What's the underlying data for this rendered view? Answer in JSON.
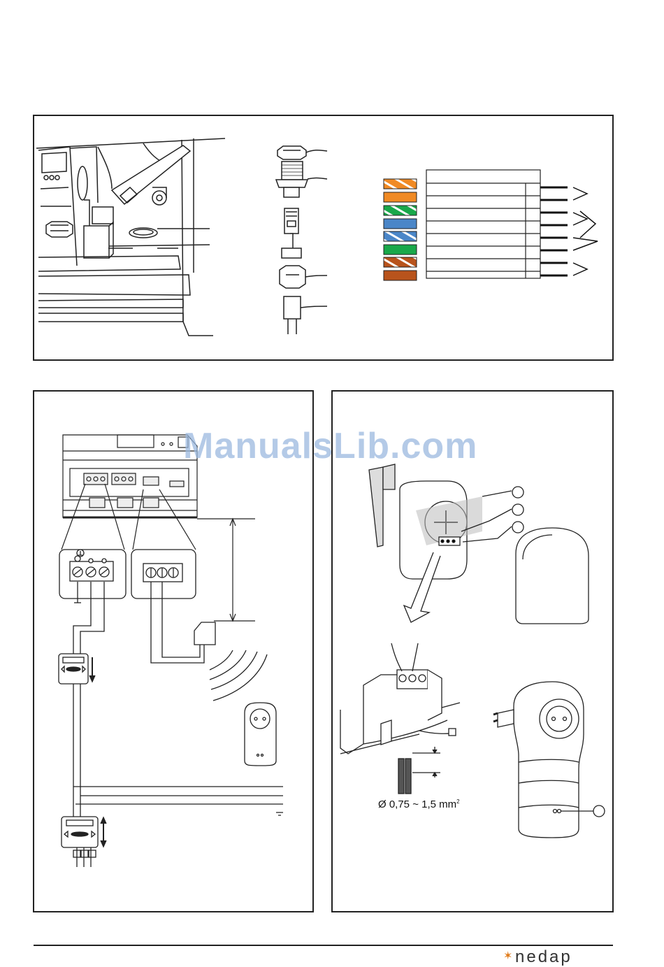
{
  "watermark": "ManualsLib.com",
  "wire_spec": {
    "prefix": "Ø 0,75 ~ 1,5 mm",
    "unit_sup": "2"
  },
  "brand": {
    "name": "nedap",
    "star_icon": "star-icon"
  },
  "colors": {
    "frame": "#222222",
    "orange": "#f08a24",
    "green": "#19a84a",
    "blue": "#4a86c8",
    "brown": "#b8531c",
    "watermark": "#9bb9df",
    "label_bg": "#d8d8d8"
  },
  "cable_strip": [
    {
      "color": "orange",
      "striped": true
    },
    {
      "color": "orange",
      "striped": false
    },
    {
      "color": "green",
      "striped": true
    },
    {
      "color": "blue",
      "striped": false
    },
    {
      "color": "blue",
      "striped": true
    },
    {
      "color": "green",
      "striped": false
    },
    {
      "color": "brown",
      "striped": true
    },
    {
      "color": "brown",
      "striped": false
    }
  ]
}
